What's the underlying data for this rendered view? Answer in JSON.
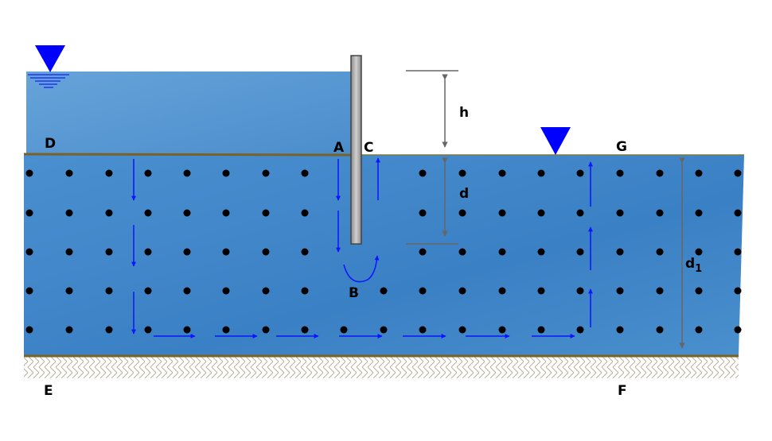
{
  "labels": {
    "D": "D",
    "A": "A",
    "C": "C",
    "B": "B",
    "E": "E",
    "F": "F",
    "G": "G",
    "h": "h",
    "d": "d",
    "d1_main": "d",
    "d1_sub": "1"
  },
  "colors": {
    "water_upstream": "#5b9bd5",
    "soil": "#3f86c6",
    "flow_arrow": "#0a14ff",
    "water_symbol": "#0000ff",
    "ground_line": "#7a6226",
    "dimension": "#666666",
    "sheet_pile": "#a8a8a8"
  }
}
